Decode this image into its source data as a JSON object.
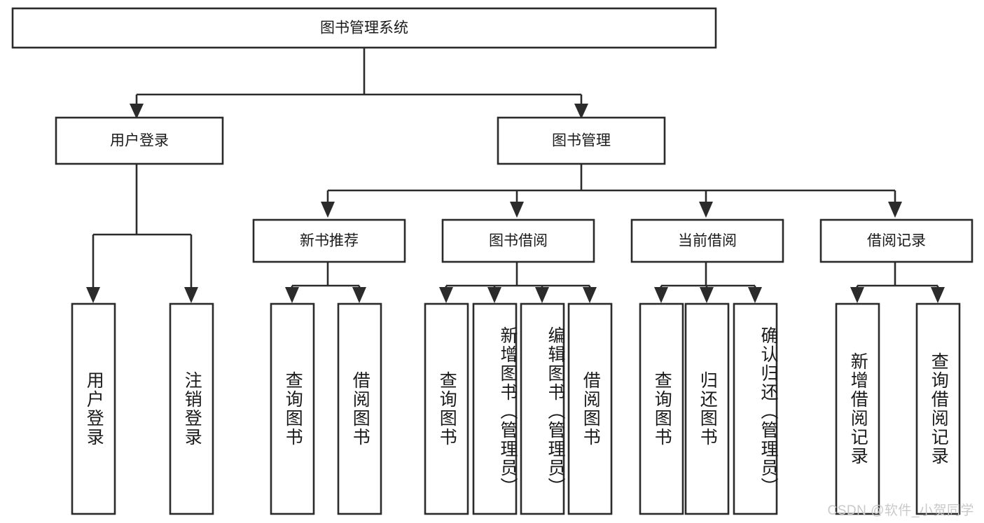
{
  "diagram": {
    "type": "tree",
    "title_node": "图书管理系统",
    "watermark": "CSDN @软件_小贺同学",
    "colors": {
      "stroke": "#2b2b2b",
      "node_fill": "#ffffff",
      "text": "#1a1a1a",
      "watermark": "#c9c9c9",
      "background": "#ffffff"
    },
    "levels": {
      "root": "图书管理系统",
      "level2": [
        "用户登录",
        "图书管理"
      ],
      "level3": [
        "新书推荐",
        "图书借阅",
        "当前借阅",
        "借阅记录"
      ]
    },
    "nodes": {
      "root": {
        "label": "图书管理系统",
        "orientation": "horizontal"
      },
      "user_login": {
        "label": "用户登录",
        "orientation": "horizontal"
      },
      "book_manage": {
        "label": "图书管理",
        "orientation": "horizontal"
      },
      "new_book_rec": {
        "label": "新书推荐",
        "orientation": "horizontal"
      },
      "book_borrow": {
        "label": "图书借阅",
        "orientation": "horizontal"
      },
      "current_borrow": {
        "label": "当前借阅",
        "orientation": "horizontal"
      },
      "borrow_record": {
        "label": "借阅记录",
        "orientation": "horizontal"
      }
    },
    "leaves": [
      {
        "id": "leaf-user-login",
        "label": "用户登录",
        "parent": "用户登录"
      },
      {
        "id": "leaf-logout-login",
        "label": "注销登录",
        "parent": "用户登录"
      },
      {
        "id": "leaf-query-book-1",
        "label": "查询图书",
        "parent": "新书推荐"
      },
      {
        "id": "leaf-borrow-book-1",
        "label": "借阅图书",
        "parent": "新书推荐"
      },
      {
        "id": "leaf-query-book-2",
        "label": "查询图书",
        "parent": "图书借阅"
      },
      {
        "id": "leaf-add-book",
        "label": "新增图书（管理员）",
        "parent": "图书借阅"
      },
      {
        "id": "leaf-edit-book",
        "label": "编辑图书（管理员）",
        "parent": "图书借阅"
      },
      {
        "id": "leaf-borrow-book-2",
        "label": "借阅图书",
        "parent": "图书借阅"
      },
      {
        "id": "leaf-query-book-3",
        "label": "查询图书",
        "parent": "当前借阅"
      },
      {
        "id": "leaf-return-book",
        "label": "归还图书",
        "parent": "当前借阅"
      },
      {
        "id": "leaf-confirm-return",
        "label": "确认归还（管理员）",
        "parent": "当前借阅"
      },
      {
        "id": "leaf-add-record",
        "label": "新增借阅记录",
        "parent": "借阅记录"
      },
      {
        "id": "leaf-query-record",
        "label": "查询借阅记录",
        "parent": "借阅记录"
      }
    ]
  }
}
